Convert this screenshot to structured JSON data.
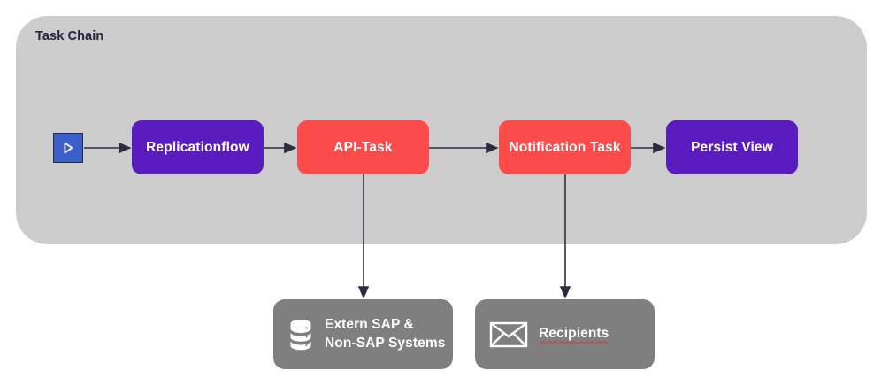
{
  "diagram": {
    "title": "Task Chain",
    "background_color": "#ffffff",
    "container_color": "#cccccc",
    "title_color": "#25243a",
    "connector_color": "#2c2c40"
  },
  "start": {
    "name": "start-trigger",
    "icon": "play-triangle-icon",
    "fill_color": "#3a5fc8",
    "border_color": "#2c2c40"
  },
  "nodes": [
    {
      "id": "replicationflow",
      "label": "Replicationflow",
      "color": "#5a1cbe",
      "shape": "rounded-rect"
    },
    {
      "id": "api-task",
      "label": "API-Task",
      "color": "#fc4b4b",
      "shape": "rounded-rect"
    },
    {
      "id": "notification-task",
      "label": "Notification Task",
      "color": "#fc4b4b",
      "shape": "rounded-rect"
    },
    {
      "id": "persist-view",
      "label": "Persist View",
      "color": "#5a1cbe",
      "shape": "rounded-rect"
    }
  ],
  "targets": [
    {
      "id": "external-systems",
      "label_line1": "Extern SAP &",
      "label_line2": "Non-SAP Systems",
      "icon": "database-stack-icon",
      "color": "#7f7f7f",
      "spellcheck_flag": false
    },
    {
      "id": "recipients",
      "label_line1": "Recipients",
      "label_line2": "",
      "icon": "envelope-icon",
      "color": "#7f7f7f",
      "spellcheck_flag": true
    }
  ],
  "connections": [
    {
      "from": "start-trigger",
      "to": "replicationflow",
      "direction": "horizontal"
    },
    {
      "from": "replicationflow",
      "to": "api-task",
      "direction": "horizontal"
    },
    {
      "from": "api-task",
      "to": "notification-task",
      "direction": "horizontal"
    },
    {
      "from": "notification-task",
      "to": "persist-view",
      "direction": "horizontal"
    },
    {
      "from": "api-task",
      "to": "external-systems",
      "direction": "vertical"
    },
    {
      "from": "notification-task",
      "to": "recipients",
      "direction": "vertical"
    }
  ]
}
